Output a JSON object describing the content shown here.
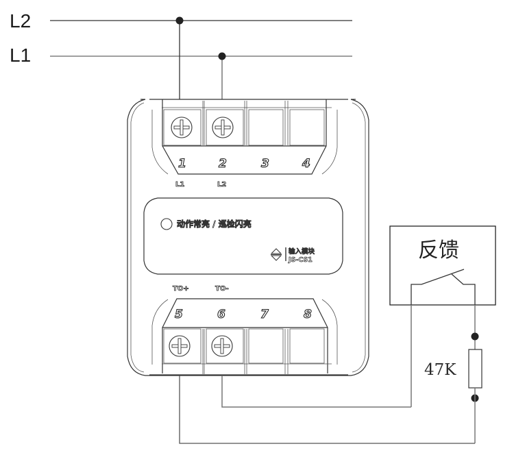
{
  "diagram": {
    "title": "Input module wiring diagram",
    "bus_lines": [
      {
        "id": "L2",
        "label": "L2"
      },
      {
        "id": "L1",
        "label": "L1"
      }
    ],
    "module": {
      "top_terminals": [
        {
          "number": "1",
          "tag": "L1",
          "has_screw": true
        },
        {
          "number": "2",
          "tag": "L2",
          "has_screw": true
        },
        {
          "number": "3",
          "tag": "",
          "has_screw": false
        },
        {
          "number": "4",
          "tag": "",
          "has_screw": false
        }
      ],
      "bottom_terminals": [
        {
          "number": "5",
          "tag": "TO+",
          "has_screw": true
        },
        {
          "number": "6",
          "tag": "TO-",
          "has_screw": true
        },
        {
          "number": "7",
          "tag": "",
          "has_screw": false
        },
        {
          "number": "8",
          "tag": "",
          "has_screw": false
        }
      ],
      "indicator_text": "动作常亮 / 巡检闪亮",
      "module_name": "输入模块",
      "model": "JS-CS1"
    },
    "feedback_device": {
      "label": "反馈",
      "contact_type": "normally-open switch"
    },
    "resistor": {
      "label": "47K"
    },
    "connections": [
      {
        "from": "L2 bus",
        "to": "terminal 1"
      },
      {
        "from": "L1 bus",
        "to": "terminal 2"
      },
      {
        "from": "terminal 6",
        "to": "feedback contact left"
      },
      {
        "from": "feedback contact right",
        "to": "47K resistor"
      },
      {
        "from": "47K resistor",
        "to": "terminal 5"
      }
    ]
  }
}
